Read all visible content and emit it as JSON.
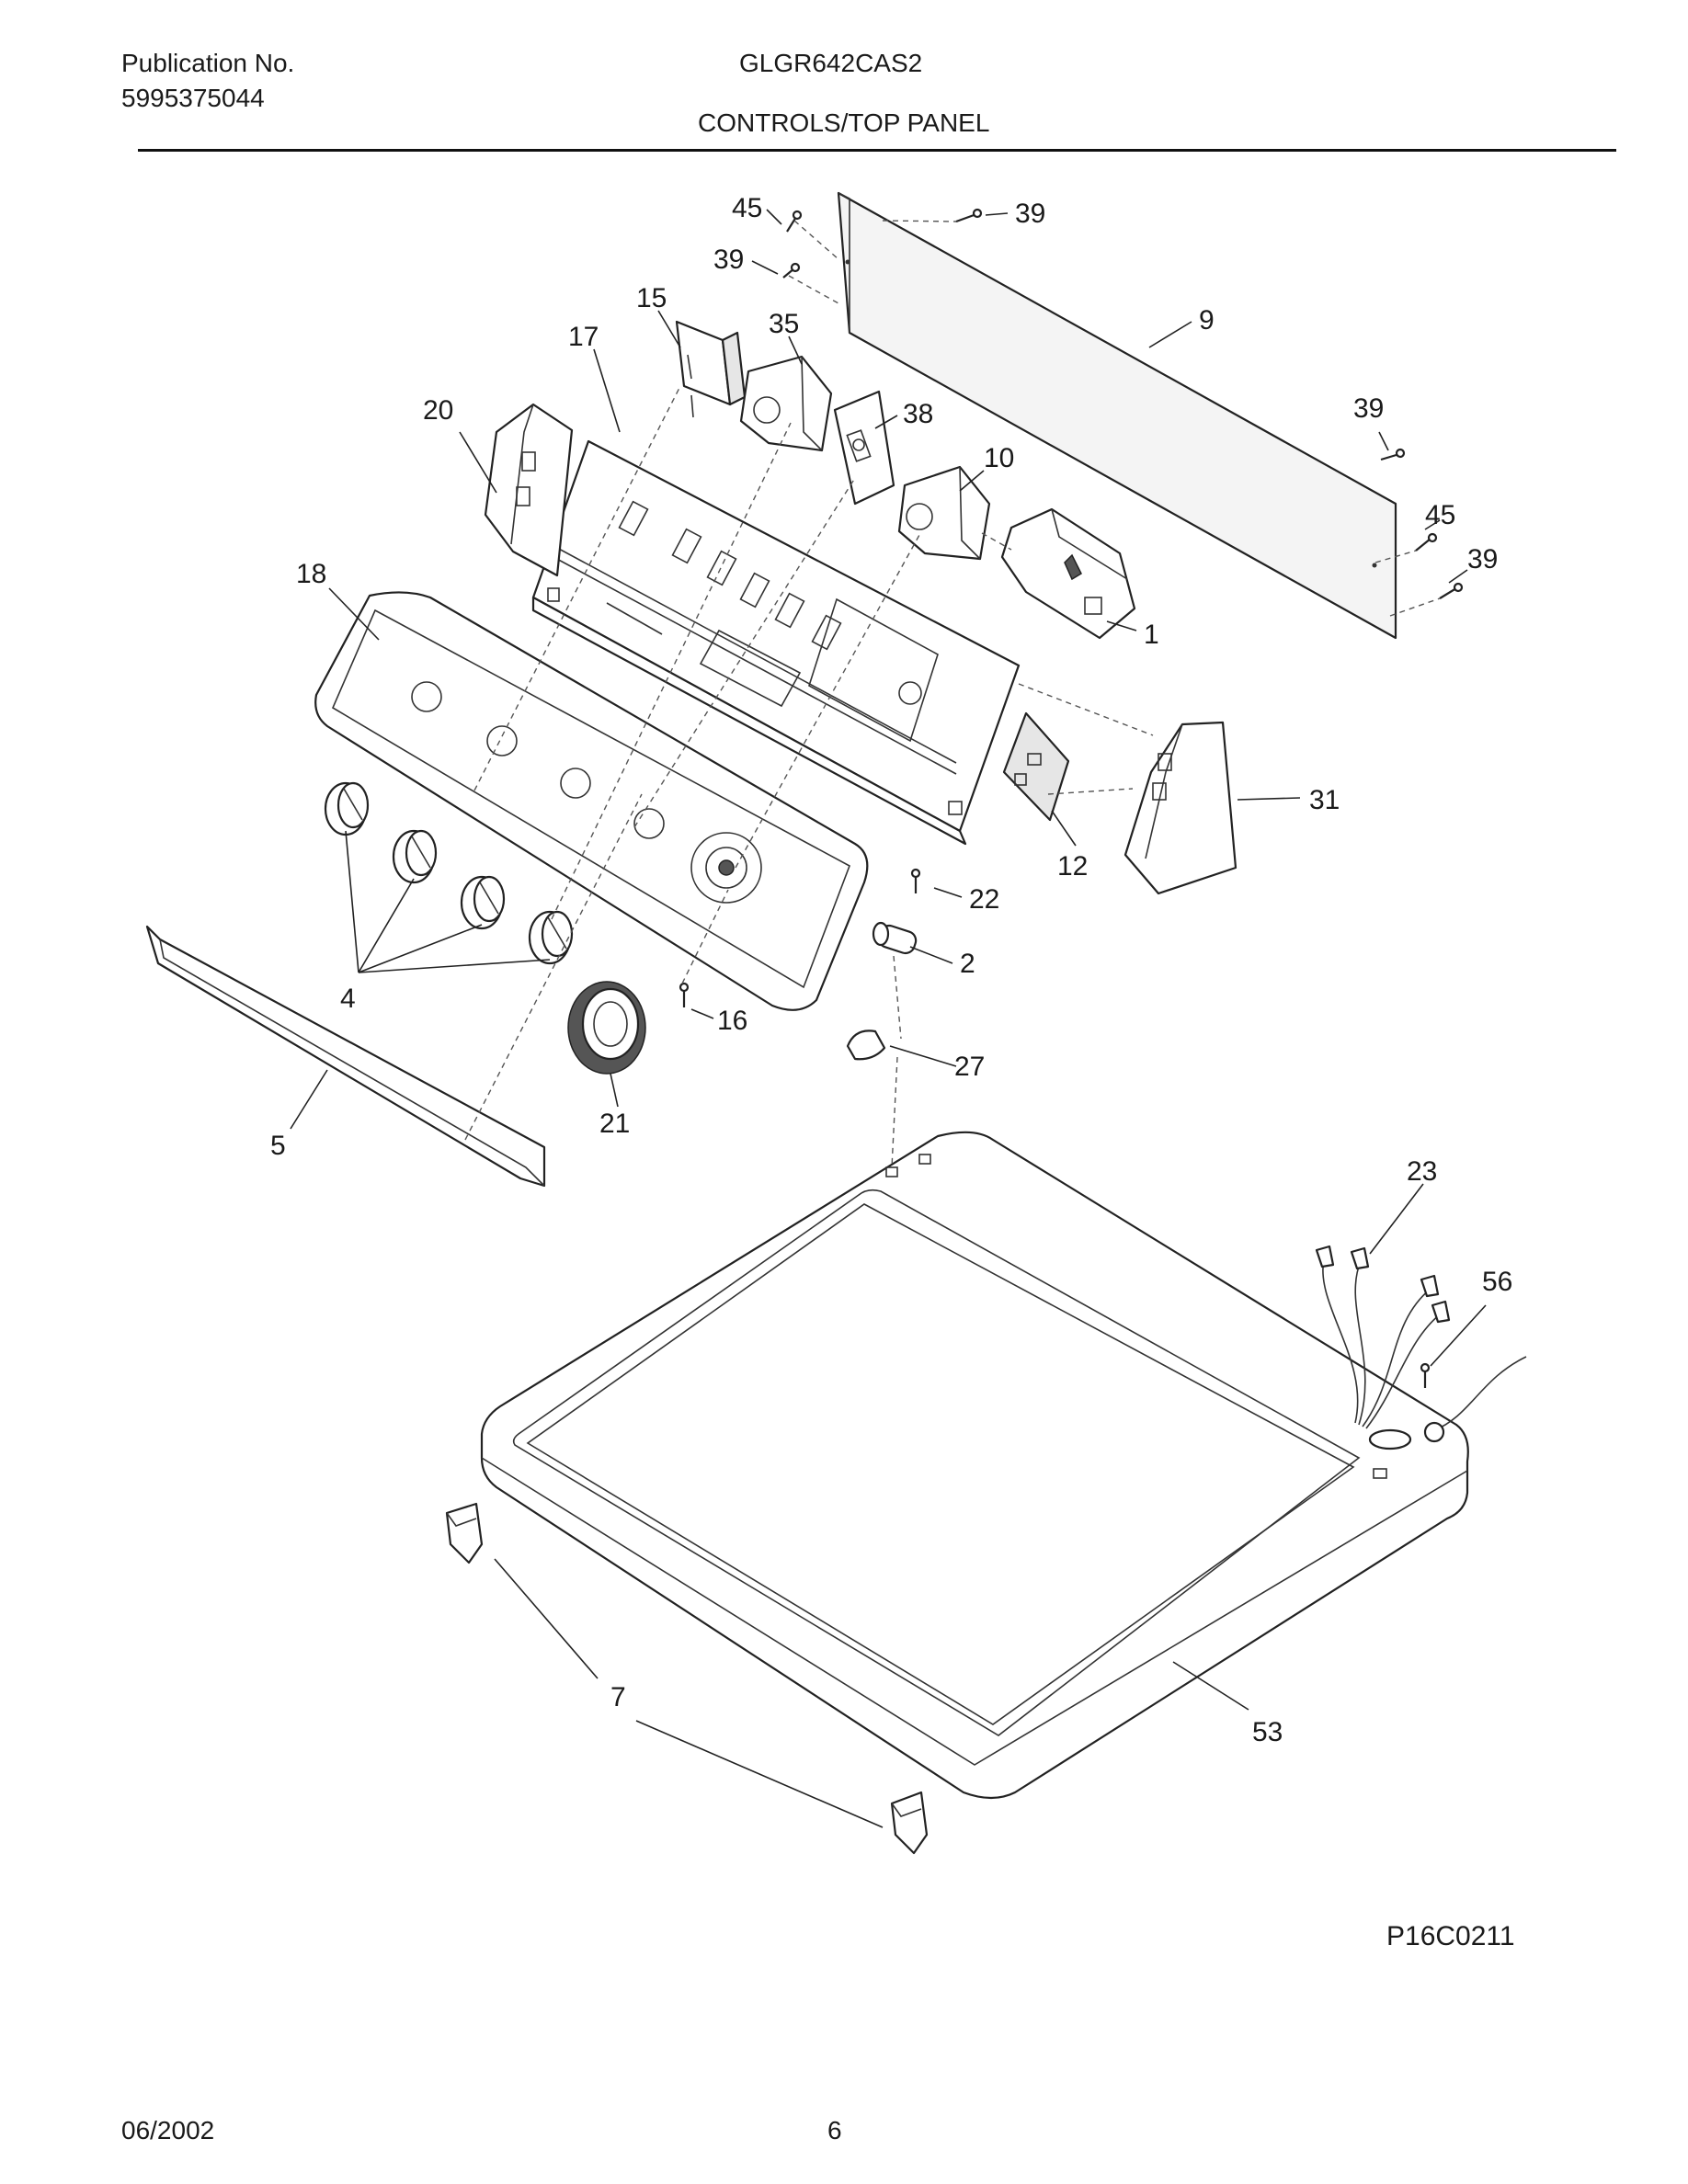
{
  "header": {
    "publication_label": "Publication No.",
    "publication_number": "5995375044",
    "model": "GLGR642CAS2",
    "section_title": "CONTROLS/TOP PANEL"
  },
  "callouts": {
    "p1": "1",
    "p2": "2",
    "p4": "4",
    "p5": "5",
    "p7": "7",
    "p9": "9",
    "p10": "10",
    "p12": "12",
    "p15": "15",
    "p16": "16",
    "p17": "17",
    "p18": "18",
    "p20": "20",
    "p21": "21",
    "p22": "22",
    "p23": "23",
    "p27": "27",
    "p31": "31",
    "p35": "35",
    "p38": "38",
    "p39": "39",
    "p45": "45",
    "p53": "53",
    "p56": "56"
  },
  "footer": {
    "reference_code": "P16C0211",
    "date": "06/2002",
    "page": "6"
  }
}
